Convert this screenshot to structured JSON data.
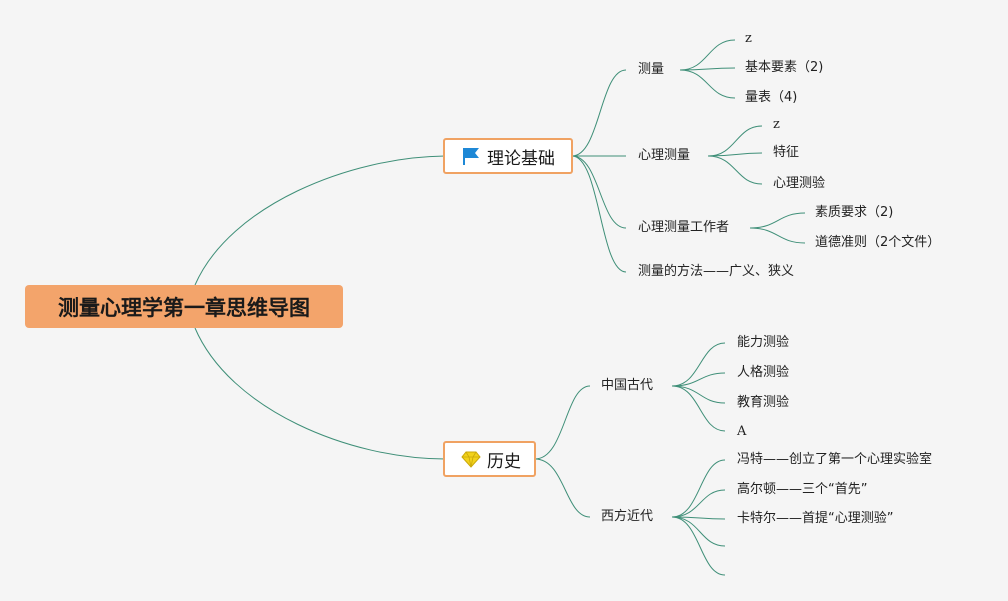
{
  "root": {
    "label": "测量心理学第一章思维导图"
  },
  "branches": [
    {
      "label": "理论基础",
      "icon": "flag-icon",
      "children": [
        {
          "label": "测量",
          "children": [
            "z",
            "基本要素（2)",
            "量表（4)"
          ]
        },
        {
          "label": "心理测量",
          "children": [
            "z",
            "特征",
            "心理测验"
          ]
        },
        {
          "label": "心理测量工作者",
          "children": [
            "素质要求（2)",
            "道德准则（2个文件）"
          ]
        },
        {
          "label": "测量的方法——广义、狭义",
          "children": []
        }
      ]
    },
    {
      "label": "历史",
      "icon": "diamond-icon",
      "children": [
        {
          "label": "中国古代",
          "children": [
            "能力测验",
            "人格测验",
            "教育测验",
            "A"
          ]
        },
        {
          "label": "西方近代",
          "children": [
            "冯特——创立了第一个心理实验室",
            "高尔顿——三个“首先”",
            "卡特尔——首提“心理测验”",
            "",
            ""
          ]
        }
      ]
    }
  ],
  "colors": {
    "link": "#3f8f78",
    "root_fill": "#f3a46b",
    "main_border": "#f0a262",
    "flag": "#1e88d6",
    "diamond": "#f2d21b"
  }
}
